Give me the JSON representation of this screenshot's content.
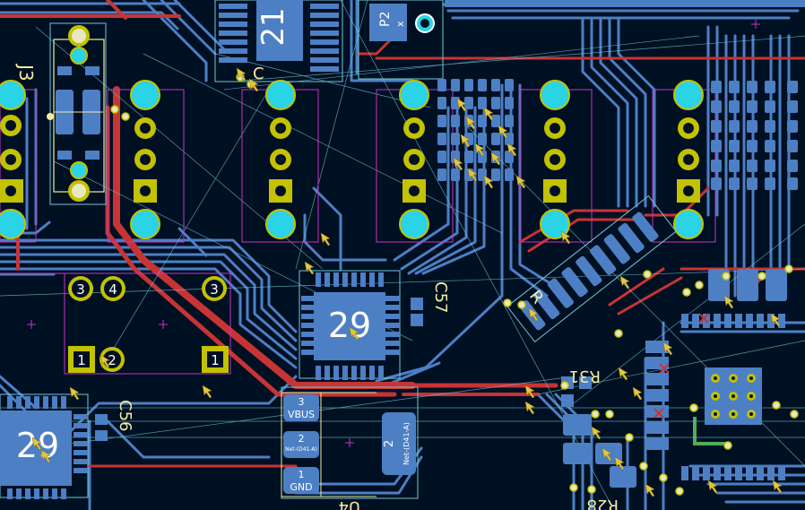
{
  "app": {
    "name": "PCB layout editor"
  },
  "colors": {
    "background": "#001023",
    "copper_front": "#c83434",
    "copper_back": "#4d7fc4",
    "pad_through_hole": "#c2c200",
    "pad_smd": "#4d7fc4",
    "ratsnest": "#6ec8d8",
    "courtyard": "#c832c8",
    "silkscreen": "#f2eda1",
    "via_ring": "#2ad4e6"
  },
  "labels": {
    "ic_u21": "21",
    "ic_u29_center": "29",
    "ic_u29_left": "29",
    "ref_p2": "P2",
    "ref_j3": "J3",
    "ref_c57": "C57",
    "ref_c56": "C56",
    "ref_r31": "R31",
    "ref_r28": "R28",
    "ref_u4": "U4",
    "ref_c_top": "C",
    "ref_r_diag": "R",
    "p2_marker": "x",
    "pad_num_3a": "3",
    "pad_num_4": "4",
    "pad_num_3b": "3",
    "pad_num_1a": "1",
    "pad_num_2": "2",
    "pad_num_1b": "1",
    "pin_vbus_num": "3",
    "pin_vbus_name": "VBUS",
    "pin_mid_num": "2",
    "pin_mid_name": "Net-(D41-A)",
    "pin_gnd_num": "1",
    "pin_gnd_name": "GND",
    "big_pad_num": "2",
    "big_pad_net": "Net-(D41-A)"
  }
}
